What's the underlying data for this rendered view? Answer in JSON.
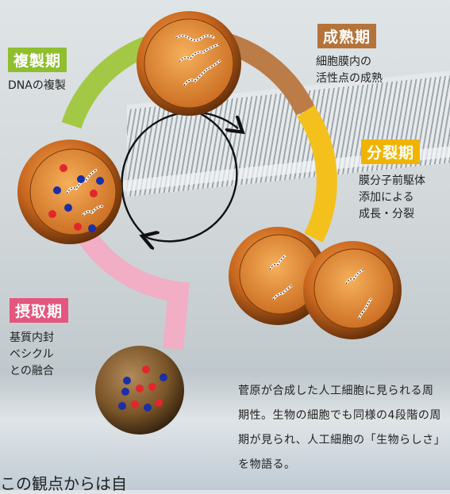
{
  "phases": [
    {
      "key": "replication",
      "title": "複製期",
      "desc": "DNAの複製",
      "color": "#8fbe2e"
    },
    {
      "key": "maturation",
      "title": "成熟期",
      "desc": "細胞膜内の\n活性点の成熟",
      "color": "#b5733a"
    },
    {
      "key": "division",
      "title": "分裂期",
      "desc": "膜分子前駆体\n添加による\n成長・分裂",
      "color": "#f0b400"
    },
    {
      "key": "ingestion",
      "title": "摂取期",
      "desc": "基質内封\nベシクル\nとの融合",
      "color": "#e3567e"
    }
  ],
  "caption": "菅原が合成した人工細胞に見られる周期性。生物の細胞でも同様の4段階の周期が見られ、人工細胞の「生物らしさ」を物語る。",
  "partial_text": "この観点からは自"
}
